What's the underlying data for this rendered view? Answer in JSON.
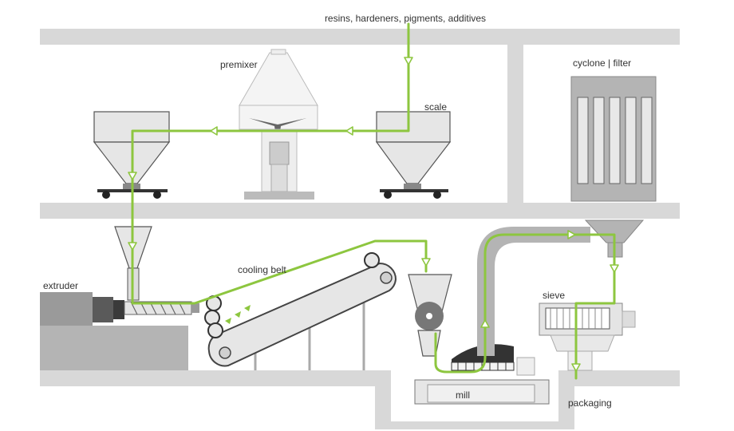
{
  "labels": {
    "inputs": "resins, hardeners, pigments, additives",
    "premixer": "premixer",
    "scale": "scale",
    "cyclone_filter": "cyclone | filter",
    "extruder": "extruder",
    "cooling_belt": "cooling belt",
    "sieve": "sieve",
    "mill": "mill",
    "packaging": "packaging"
  },
  "colors": {
    "flow_line": "#8dc63f",
    "structure": "#d8d8d8",
    "equipment_light": "#e6e6e6",
    "equipment_mid": "#b4b4b4",
    "equipment_dark": "#5a5a5a",
    "outline": "#555555"
  }
}
